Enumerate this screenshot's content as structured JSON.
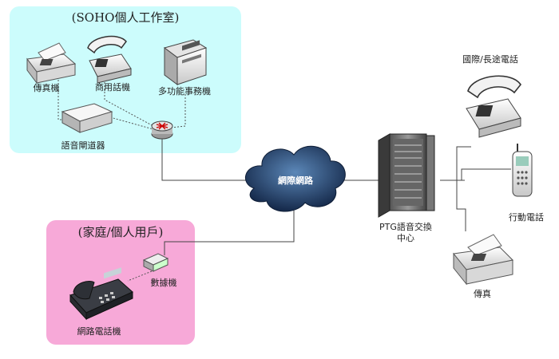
{
  "soho_title": "(SOHO個人工作室)",
  "home_title": "(家庭/個人用戶)",
  "labels": {
    "fax_soho": "傳真機",
    "business_phone": "商用話機",
    "mfp": "多功能事務機",
    "voice_gateway": "語音閘道器",
    "internet": "網際網路",
    "ptg_line1": "PTG語音交換",
    "ptg_line2": "中心",
    "intl_phone": "國際/長途電話",
    "mobile_phone": "行動電話",
    "fax_right": "傳真",
    "data_device": "數據機",
    "ip_phone": "網路電話機"
  },
  "colors": {
    "soho_bg": "#ccfcfc",
    "home_bg": "#f7a9d8",
    "cloud": "#1f3f73",
    "device_light": "#eeeeee",
    "device_dark": "#333333"
  }
}
